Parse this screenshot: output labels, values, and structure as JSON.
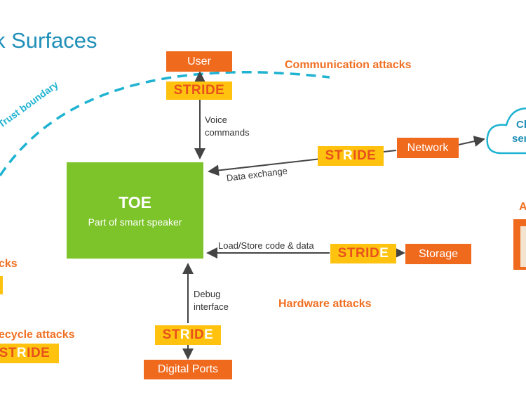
{
  "title": "k Surfaces",
  "trust_boundary": "Trust boundary",
  "toe": {
    "title": "TOE",
    "subtitle": "Part of smart speaker"
  },
  "nodes": {
    "user": "User",
    "network": "Network",
    "storage": "Storage",
    "digital_ports": "Digital Ports",
    "cloud_line1": "Cl",
    "cloud_line2": "ser",
    "right_partial": "A"
  },
  "edges": {
    "voice_commands_1": "Voice",
    "voice_commands_2": "commands",
    "data_exchange": "Data exchange",
    "load_store": "Load/Store code & data",
    "debug_1": "Debug",
    "debug_2": "interface"
  },
  "attacks": {
    "communication": "Communication attacks",
    "hardware": "Hardware attacks",
    "left_partial": "cks",
    "lifecycle": "ecycle attacks"
  },
  "stride": {
    "user": [
      "S",
      "T",
      "R",
      "I",
      "D",
      "E"
    ],
    "network": [
      "S",
      "T",
      "R",
      "I",
      "D",
      "E"
    ],
    "storage": [
      "S",
      "T",
      "R",
      "I",
      "D",
      "E"
    ],
    "ports": [
      "S",
      "T",
      "R",
      "I",
      "D",
      "E"
    ],
    "lifecycle": [
      "S",
      "T",
      "R",
      "I",
      "D",
      "E"
    ]
  },
  "colors": {
    "orange": "#f06a1e",
    "yellow": "#ffc20e",
    "green": "#7dc42b",
    "blue": "#1f8fb8",
    "teal_dash": "#1fb3d1"
  }
}
